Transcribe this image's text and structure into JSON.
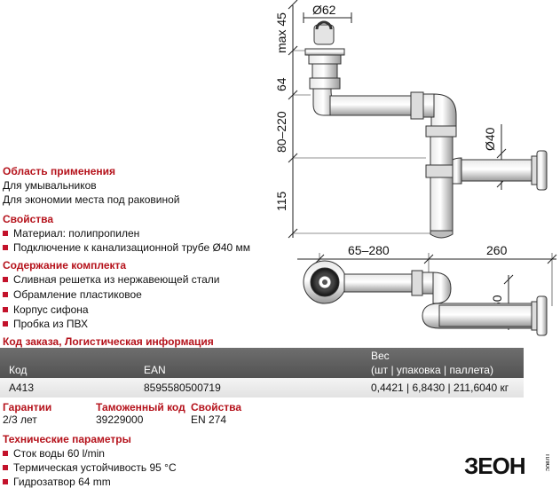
{
  "dimensions": {
    "max45": "max 45",
    "d62": "Ø62",
    "h64": "64",
    "h80_220": "80–220",
    "h115": "115",
    "d40": "Ø40",
    "w65_280": "65–280",
    "w260": "260",
    "h60": "60"
  },
  "sections": {
    "application": {
      "title": "Область применения",
      "lines": [
        "Для умывальников",
        "Для экономии места под раковиной"
      ]
    },
    "properties": {
      "title": "Свойства",
      "items": [
        "Материал: полипропилен",
        "Подключение к канализационной трубе Ø40 мм"
      ]
    },
    "kit": {
      "title": "Содержание комплекта",
      "items": [
        "Сливная решетка из нержавеющей стали",
        "Обрамление пластиковое",
        "Корпус сифона",
        "Пробка из ПВХ"
      ]
    },
    "order": {
      "title": "Код заказа, Логистическая информация",
      "headers": {
        "code": "Код",
        "ean": "EAN",
        "weight_title": "Вес",
        "weight_sub": "(шт | упаковка | паллета)"
      },
      "row": {
        "code": "A413",
        "ean": "8595580500719",
        "weight": "0,4421 | 6,8430 | 211,6040 кг"
      }
    },
    "warranty": {
      "title": "Гарантии",
      "value": "2/3 лет"
    },
    "customs": {
      "title": "Таможенный код",
      "value": "39229000"
    },
    "standard": {
      "title": "Свойства",
      "value": "EN 274"
    },
    "technical": {
      "title": "Технические параметры",
      "items": [
        "Сток воды 60 l/min",
        "Термическая устойчивость 95 °C",
        "Гидрозатвор 64 mm"
      ]
    }
  },
  "logo": {
    "text": "ЗЕОН",
    "sub": "плюс"
  },
  "colors": {
    "accent": "#b5121b",
    "bullet": "#c3122b",
    "table_header": "#5e5e5e"
  }
}
